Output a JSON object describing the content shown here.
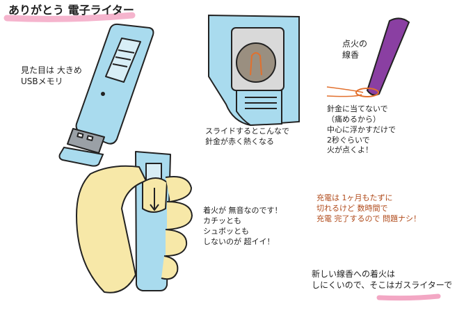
{
  "title": "ありがとう 電子ライター",
  "notes": {
    "appearance": "見た目は 大きめ\nUSBメモリ",
    "slide": "スライドするとこんなで\n針金が赤く熱くなる",
    "incense_label": "点火の\n線香",
    "instruction": "針金に当てないで\n（痛めるから）\n中心に浮かすだけで\n2秒ぐらいで\n火が点くよ！",
    "charge": "充電は 1ヶ月もたずに\n切れるけど 数時間で\n充電 完了するので 問題ナシ！",
    "quiet": "着火が 無音なのです！\nカチッとも\nシュボッとも\nしないのが 超イイ！",
    "footer": "新しい線香への着火は\nしにくいので、そこはガスライターで"
  },
  "colors": {
    "device_blue": "#a9dbee",
    "highlight_pink": "#f3a7c4",
    "incense_purple": "#8a3fa2",
    "ember_orange": "#e2702d",
    "skin": "#f7e8a8",
    "outline": "#222222"
  }
}
